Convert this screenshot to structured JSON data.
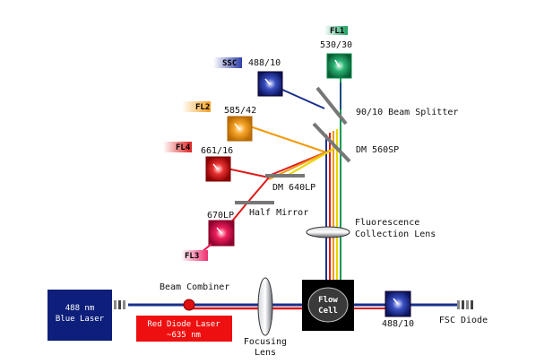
{
  "colors": {
    "blue_beam": "#1a2f8c",
    "red_beam": "#e01818",
    "green_beam": "#0a9a55",
    "orange_beam": "#f09a10",
    "yellow_beam": "#e8d400",
    "flow_cell": "#000000",
    "blue_laser": "#0d1f7a",
    "red_laser": "#ee1010",
    "mirror": "#777777"
  },
  "detectors": {
    "fl1": {
      "tag": "FL1",
      "filter": "530/30",
      "color": "#0a9a55"
    },
    "ssc": {
      "tag": "SSC",
      "filter": "488/10",
      "color": "#1b2c9a"
    },
    "fl2": {
      "tag": "FL2",
      "filter": "585/42",
      "color": "#f29a14"
    },
    "fl4": {
      "tag": "FL4",
      "filter": "661/16",
      "color": "#e01a1a"
    },
    "fl3": {
      "tag": "FL3",
      "filter": "670LP",
      "color": "#e8104a"
    },
    "fsc": {
      "filter": "488/10",
      "label": "FSC Diode",
      "color": "#1b2c9a"
    }
  },
  "optics": {
    "beam_splitter": "90/10 Beam Splitter",
    "dm560": "DM 560SP",
    "dm640": "DM 640LP",
    "half_mirror": "Half Mirror",
    "fluor_lens_line1": "Fluorescence",
    "fluor_lens_line2": "Collection Lens",
    "beam_combiner": "Beam Combiner",
    "focusing_lens_line1": "Focusing",
    "focusing_lens_line2": "Lens"
  },
  "sources": {
    "blue_laser_line1": "488 nm",
    "blue_laser_line2": "Blue Laser",
    "red_laser_line1": "Red Diode Laser",
    "red_laser_line2": "~635 nm"
  },
  "flow_cell": {
    "line1": "Flow",
    "line2": "Cell"
  }
}
